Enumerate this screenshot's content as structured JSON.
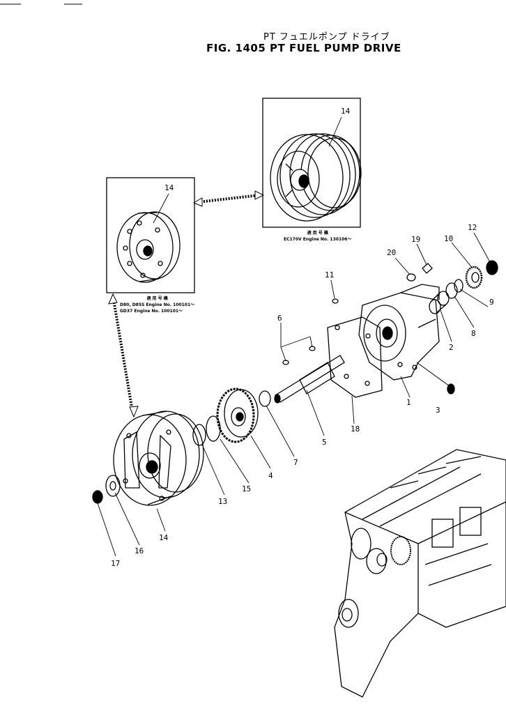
{
  "title": {
    "japanese": "PT フュエルポンプ ドライブ",
    "english": "FIG. 1405 PT FUEL PUMP DRIVE"
  },
  "notes": {
    "top_right": {
      "heading": "適 用 号 機",
      "line1": "EC170V  Engine  No.  130106〜"
    },
    "left": {
      "heading": "適 用 号 機",
      "line1": "D80, D85S  Engine  No.  100101〜",
      "line2": "GD37  Engine  No.  100101〜"
    }
  },
  "callouts": {
    "c1": "1",
    "c2": "2",
    "c3": "3",
    "c4": "4",
    "c5": "5",
    "c6": "6",
    "c7": "7",
    "c8": "8",
    "c9": "9",
    "c10": "10",
    "c11": "11",
    "c12": "12",
    "c13": "13",
    "c14a": "14",
    "c14b": "14",
    "c14c": "14",
    "c15": "15",
    "c16": "16",
    "c17": "17",
    "c18": "18",
    "c19": "19",
    "c20": "20"
  }
}
